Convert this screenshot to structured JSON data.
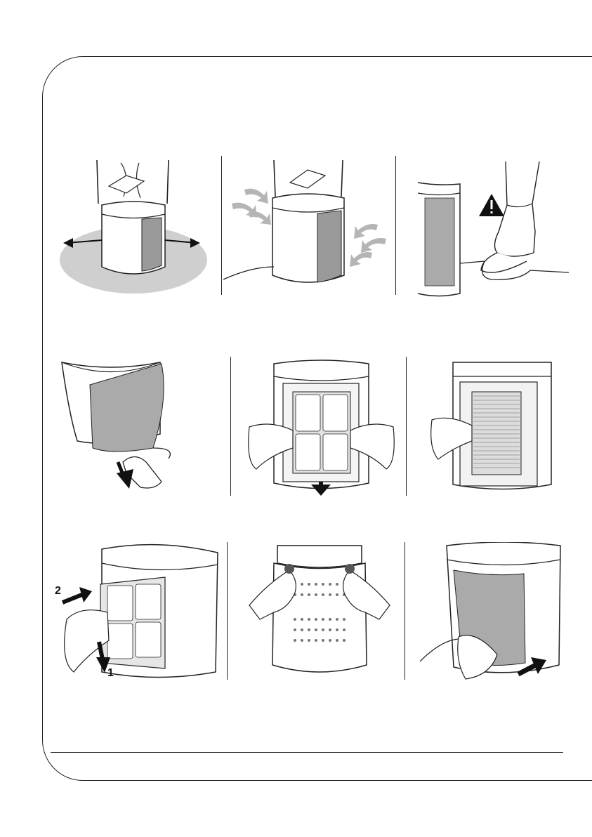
{
  "document": {
    "type": "instruction-illustrations",
    "rows": 3,
    "columns": 3
  },
  "labels": {
    "step_2": "2",
    "step_1": "1"
  },
  "colors": {
    "line": "#222222",
    "filter_gray": "#c9c9c9",
    "floor_gray": "#cfcfcf",
    "airflow_gray": "#b5b5b5",
    "warning_fill": "#111111"
  },
  "icons": [
    "warning-icon",
    "arrow-icon",
    "airflow-icon",
    "hand-icon"
  ]
}
